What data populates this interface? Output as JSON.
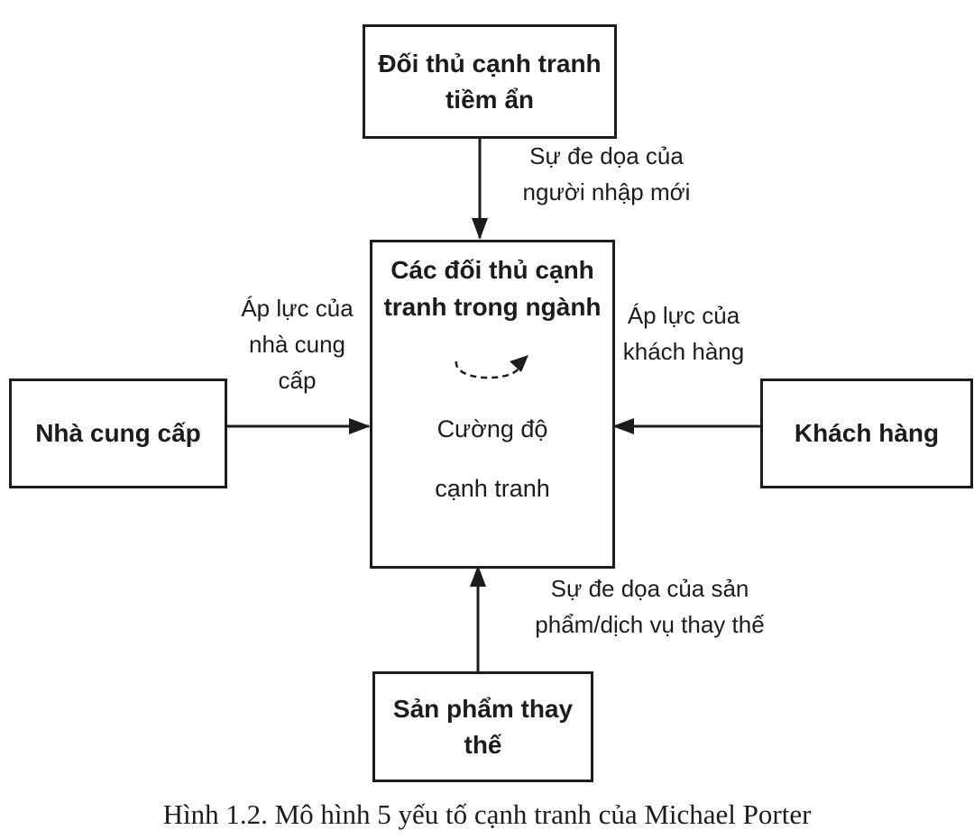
{
  "boxes": {
    "top": {
      "lines": [
        "Đối thủ cạnh tranh",
        "tiềm ẩn"
      ]
    },
    "center": {
      "title_lines": [
        "Các đối thủ cạnh",
        "tranh trong ngành"
      ],
      "intensity_lines": [
        "Cường độ",
        "cạnh tranh"
      ]
    },
    "left": {
      "label": "Nhà cung cấp"
    },
    "right": {
      "label": "Khách hàng"
    },
    "bottom": {
      "lines": [
        "Sản phẩm thay",
        "thế"
      ]
    }
  },
  "arrow_labels": {
    "top": {
      "lines": [
        "Sự đe dọa của",
        "người nhập mới"
      ]
    },
    "left": {
      "lines": [
        "Áp lực của",
        "nhà cung",
        "cấp"
      ]
    },
    "right": {
      "lines": [
        "Áp lực của",
        "khách hàng"
      ]
    },
    "bottom": {
      "lines": [
        "Sự đe dọa của sản",
        "phẩm/dịch vụ thay thế"
      ]
    }
  },
  "caption": "Hình 1.2. Mô hình 5 yếu tố cạnh tranh của Michael Porter",
  "colors": {
    "line": "#1c1c1c",
    "text": "#1c1c1c",
    "background": "#ffffff"
  }
}
